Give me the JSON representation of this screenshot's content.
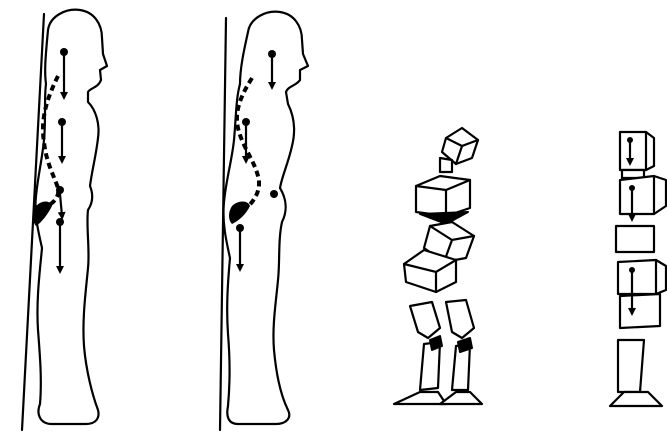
{
  "figures": [
    {
      "id": "figure-1",
      "kind": "standing-profile-with-curved-spine"
    },
    {
      "id": "figure-2",
      "kind": "standing-profile-with-straighter-spine"
    },
    {
      "id": "figure-3",
      "kind": "stacked-blocks-misaligned"
    },
    {
      "id": "figure-4",
      "kind": "stacked-blocks-aligned"
    }
  ],
  "colors": {
    "ink": "#000000",
    "paper": "#ffffff"
  }
}
